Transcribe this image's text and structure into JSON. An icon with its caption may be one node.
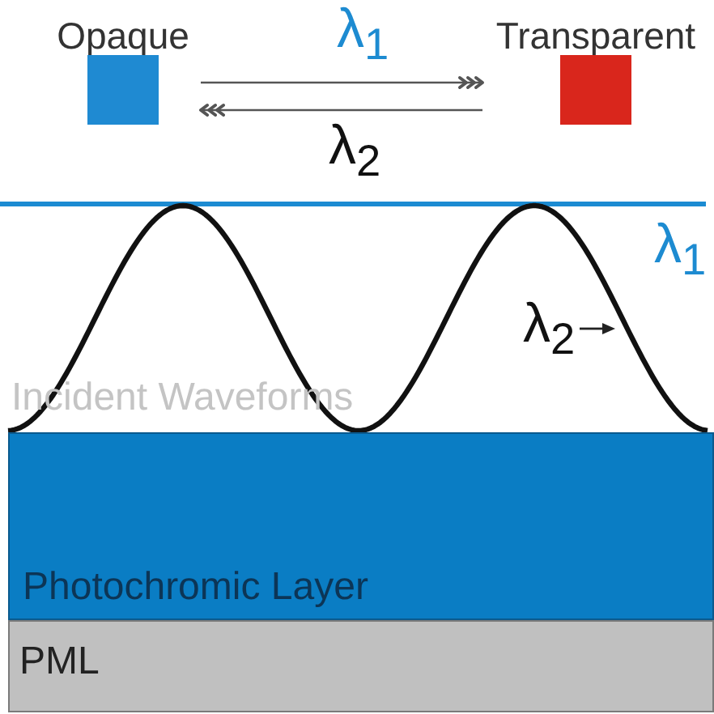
{
  "diagram": {
    "nodes": [
      {
        "text": [
          "Opaque"
        ]
      },
      {
        "text": [
          "Transparent"
        ]
      },
      {
        "text": [
          "Photochromic Layer"
        ]
      },
      {
        "text": [
          "PML"
        ]
      }
    ],
    "edges": [
      {
        "from": 0,
        "to": 1,
        "arrow": "to",
        "label": "λ$_{1}$"
      },
      {
        "from": 1,
        "to": 0,
        "arrow": "to",
        "label": "λ$_{2}$"
      }
    ],
    "labels": [
      "λ$_{1}$",
      "λ$_{2}$",
      "Incident Waveforms"
    ]
  }
}
